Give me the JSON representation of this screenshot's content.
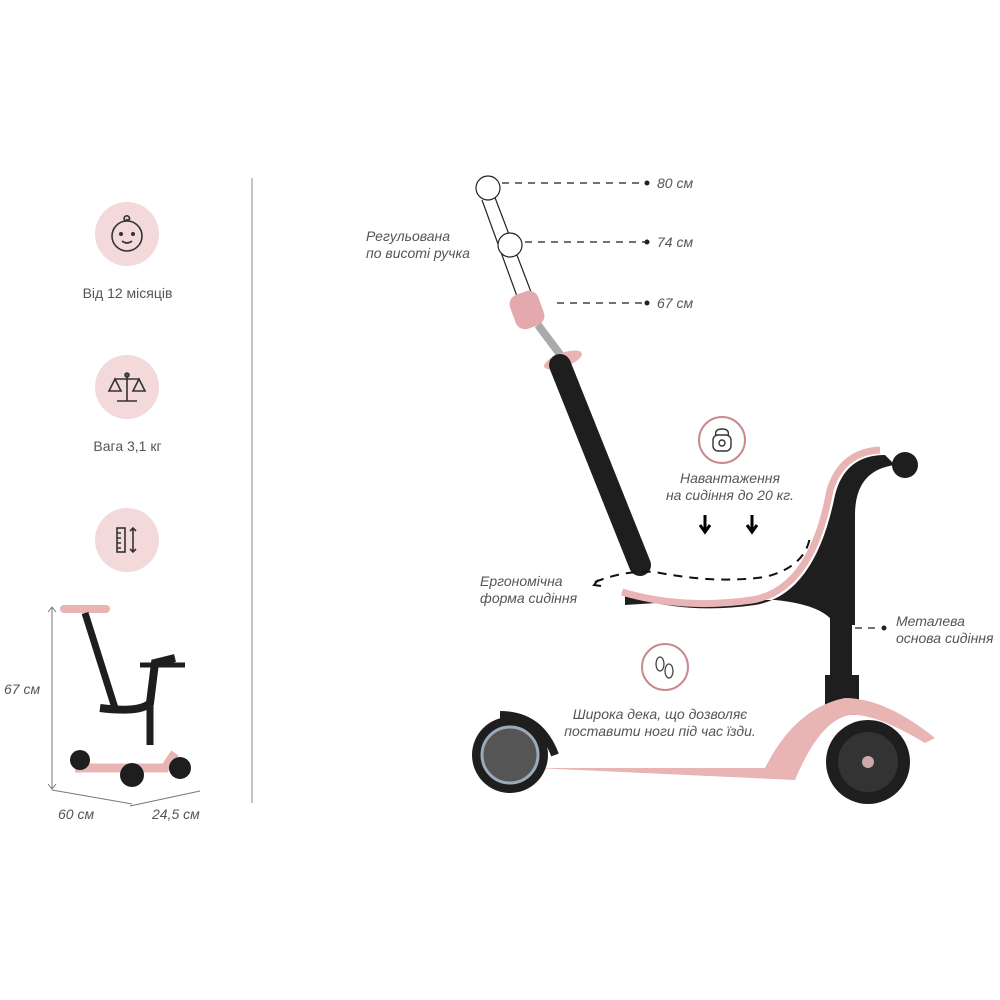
{
  "features": [
    {
      "icon": "baby-face-icon",
      "label": "Від 12 місяців"
    },
    {
      "icon": "scales-icon",
      "label": "Вага 3,1 кг"
    },
    {
      "icon": "ruler-height-icon",
      "label": ""
    }
  ],
  "dimensions": {
    "height": "67 см",
    "length": "60 см",
    "width": "24,5 см"
  },
  "handle": {
    "label_line1": "Регульована",
    "label_line2": "по висоті ручка",
    "heights": [
      "80 см",
      "74 см",
      "67 см"
    ]
  },
  "seat_load": {
    "icon": "kettlebell-icon",
    "line1": "Навантаження",
    "line2": "на сидіння до 20 кг."
  },
  "seat_shape": {
    "line1": "Ергономічна",
    "line2": "форма сидіння"
  },
  "seat_base": {
    "line1": "Металева",
    "line2": "основа сидіння"
  },
  "deck": {
    "icon": "footprints-icon",
    "line1": "Широка дека, що дозволяє",
    "line2": "поставити ноги під час їзди."
  },
  "colors": {
    "accent_pink": "#e8b4b4",
    "badge_bg": "#f3d9d9",
    "badge_border": "#c98a8f",
    "frame": "#1e1e1e"
  }
}
